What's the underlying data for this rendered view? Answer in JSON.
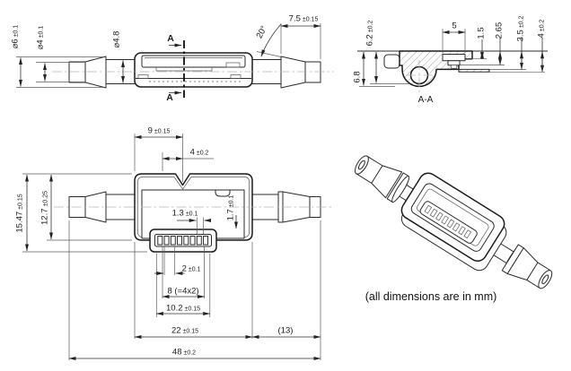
{
  "note": "(all dimensions are in mm)",
  "section": {
    "cut_letter_top": "A",
    "cut_letter_bottom": "A",
    "label": "A-A"
  },
  "dims": {
    "dia6": {
      "value": "⌀6",
      "tol": "±0.1"
    },
    "dia4": {
      "value": "⌀4",
      "tol": "±0.1"
    },
    "dia48": {
      "value": "⌀4.8",
      "tol": ""
    },
    "len75": {
      "value": "7.5",
      "tol": "±0.15"
    },
    "ang20": {
      "value": "20°",
      "tol": ""
    },
    "h68": {
      "value": "6.8",
      "tol": ""
    },
    "h62": {
      "value": "6.2",
      "tol": "±0.2"
    },
    "w5": {
      "value": "5",
      "tol": ""
    },
    "d15": {
      "value": "1.5",
      "tol": ""
    },
    "d265": {
      "value": "2.65",
      "tol": ""
    },
    "d35": {
      "value": "3.5",
      "tol": "±0.2"
    },
    "d4": {
      "value": "4",
      "tol": "±0.2"
    },
    "len9": {
      "value": "9",
      "tol": "±0.15"
    },
    "len4": {
      "value": "4",
      "tol": "±0.2"
    },
    "h1547": {
      "value": "15.47",
      "tol": "±0.15"
    },
    "h127": {
      "value": "12.7",
      "tol": "±0.25"
    },
    "p13": {
      "value": "1.3",
      "tol": "±0.1"
    },
    "p17": {
      "value": "1.7",
      "tol": "±0.1"
    },
    "p2": {
      "value": "2",
      "tol": "±0.1"
    },
    "p8": {
      "value": "8 (=4x2)",
      "tol": ""
    },
    "len102": {
      "value": "10.2",
      "tol": "±0.15"
    },
    "len22": {
      "value": "22",
      "tol": "±0.15"
    },
    "len13": {
      "value": "(13)",
      "tol": ""
    },
    "len48": {
      "value": "48",
      "tol": "±0.2"
    }
  }
}
